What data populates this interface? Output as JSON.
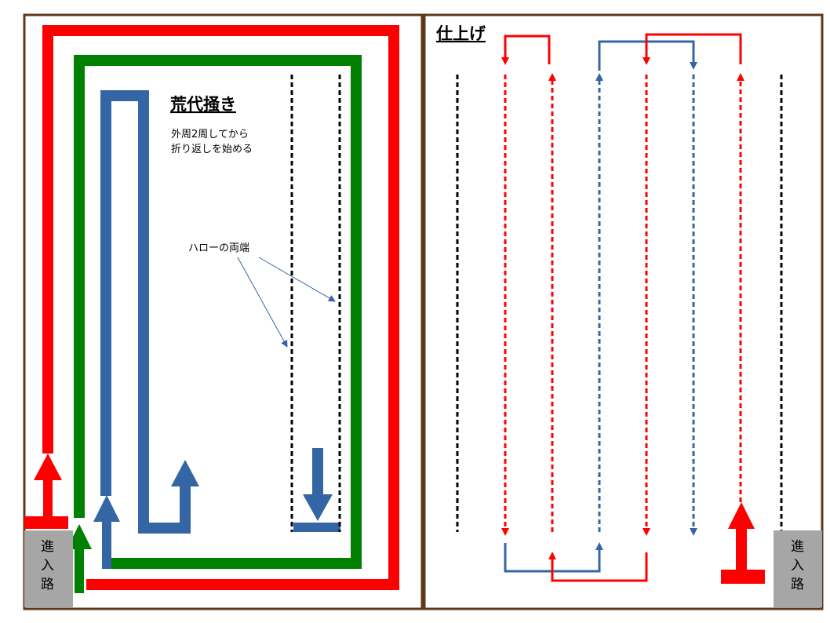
{
  "colors": {
    "frame": "#5a3a1a",
    "red": "#ff0000",
    "green": "#008000",
    "blue": "#3465a4",
    "entry_bg": "#a6a6a6",
    "halo_line": "#000000"
  },
  "left_panel": {
    "title": "荒代掻き",
    "note_line1": "外周2周してから",
    "note_line2": "折り返しを始める",
    "halo_label": "ハローの両端",
    "entry_label": [
      "進",
      "入",
      "路"
    ]
  },
  "right_panel": {
    "title": "仕上げ",
    "entry_label": [
      "進",
      "入",
      "路"
    ]
  }
}
